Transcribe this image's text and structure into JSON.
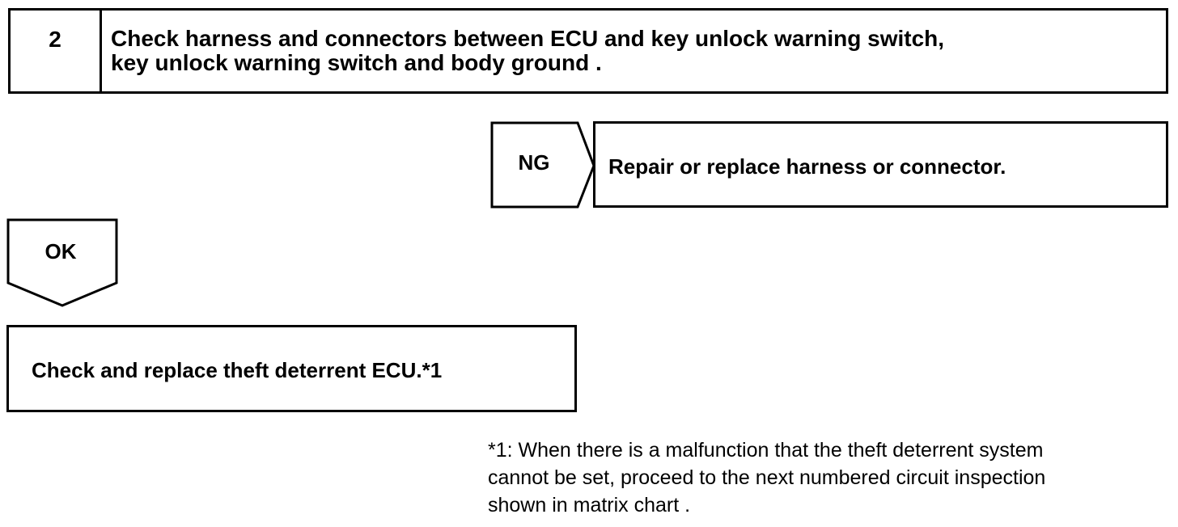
{
  "step": {
    "number": "2",
    "title_line1": "Check harness and connectors between ECU and key unlock warning switch,",
    "title_line2": "key unlock warning switch and body ground ."
  },
  "ng": {
    "label": "NG",
    "result": "Repair or replace harness or connector."
  },
  "ok": {
    "label": "OK"
  },
  "final_action": "Check and replace theft deterrent ECU.*1",
  "footnote": {
    "line1": "*1: When there is a malfunction that the theft deterrent system",
    "line2": "cannot be set, proceed to the next numbered circuit inspection",
    "line3": "shown in matrix chart ."
  }
}
